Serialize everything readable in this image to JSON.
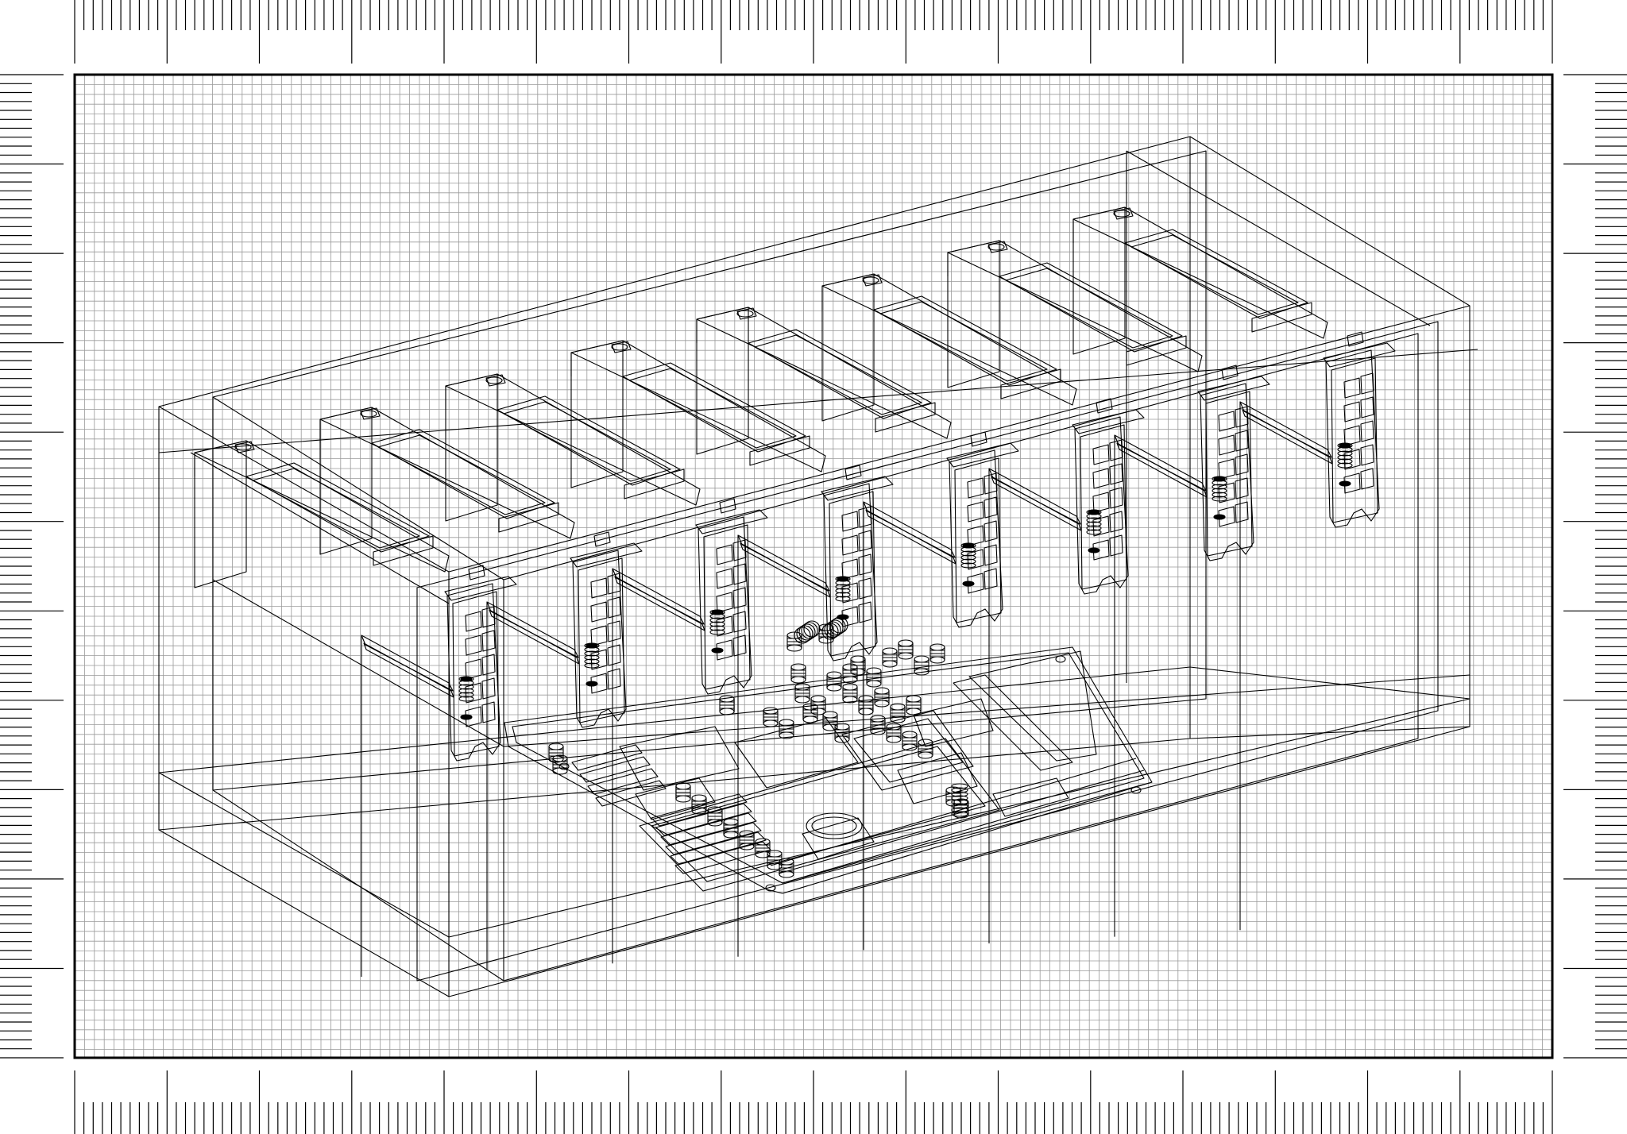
{
  "drawing": {
    "kind": "wireframe-technical-drawing",
    "subject": "open-frame-multi-gpu-rig",
    "gpu_count": 8,
    "background": "grid-paper",
    "line_color": "#000000",
    "grid_color": "#9a9a9a",
    "paper_color": "#ffffff"
  }
}
